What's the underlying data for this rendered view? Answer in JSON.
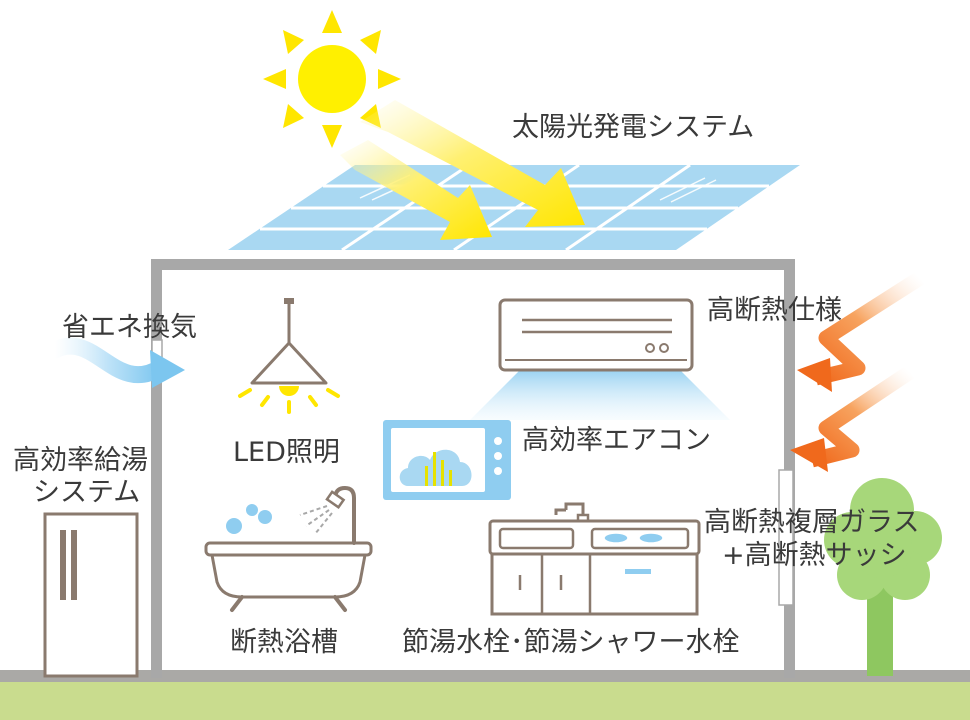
{
  "labels": {
    "solar": "太陽光発電システム",
    "ventilation": "省エネ換気",
    "insulation": "高断熱仕様",
    "water_heater_line1": "高効率給湯",
    "water_heater_line2": "システム",
    "led": "LED照明",
    "aircon": "高効率エアコン",
    "glass_line1": "高断熱複層ガラス",
    "glass_line2": "+高断熱サッシ",
    "bathtub": "断熱浴槽",
    "faucet": "節湯水栓･節湯シャワー水栓"
  },
  "colors": {
    "sun": "#fff000",
    "sun_ray": "#ffe600",
    "solar_panel": "#a9d8f2",
    "house_wall": "#a8a8a8",
    "ground": "#c9dc8e",
    "heat_arrow": "#f0691c",
    "airflow": "#8fcdf0",
    "tree": "#a7d77a",
    "tree_trunk": "#8ec760",
    "line_art": "#8a7a6e"
  },
  "icons": [
    "sun-icon",
    "solar-panel-icon",
    "ventilation-arrow-icon",
    "pendant-lamp-icon",
    "air-conditioner-icon",
    "monitor-chart-icon",
    "bathtub-icon",
    "shower-icon",
    "kitchen-sink-icon",
    "water-heater-icon",
    "heat-arrow-icon",
    "tree-icon"
  ]
}
